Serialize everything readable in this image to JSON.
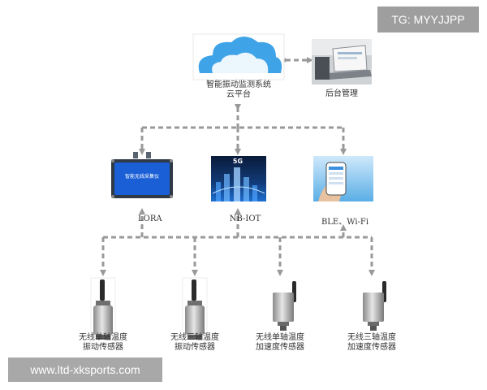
{
  "watermarks": {
    "top_right": "TG: MYYJJPP",
    "bottom_left": "www.ltd-xksports.com"
  },
  "nodes": {
    "cloud": {
      "line1": "智能振动监测系统",
      "line2": "云平台",
      "icon": "cloud-icon"
    },
    "admin": {
      "label": "后台管理",
      "icon": "laptop-photo"
    },
    "lora": {
      "label": "LORA",
      "screen_text": "智能无线采集仪",
      "icon": "gateway-device"
    },
    "nbiot": {
      "label": "NB-IOT",
      "screen_text": "5G",
      "icon": "network-city-photo"
    },
    "ble": {
      "label": "BLE、Wi-Fi",
      "icon": "phone-hand-photo"
    }
  },
  "sensors": [
    {
      "line1": "无线单轴温度",
      "line2": "振动传感器",
      "icon": "antenna-sensor"
    },
    {
      "line1": "无线三轴温度",
      "line2": "振动传感器",
      "icon": "antenna-sensor"
    },
    {
      "line1": "无线单轴温度",
      "line2": "加速度传感器",
      "icon": "box-sensor"
    },
    {
      "line1": "无线三轴温度",
      "line2": "加速度传感器",
      "icon": "box-sensor"
    }
  ],
  "colors": {
    "connector": "#999999",
    "cloud": "#3fa3e8",
    "screen_blue": "#1a5fd6"
  }
}
